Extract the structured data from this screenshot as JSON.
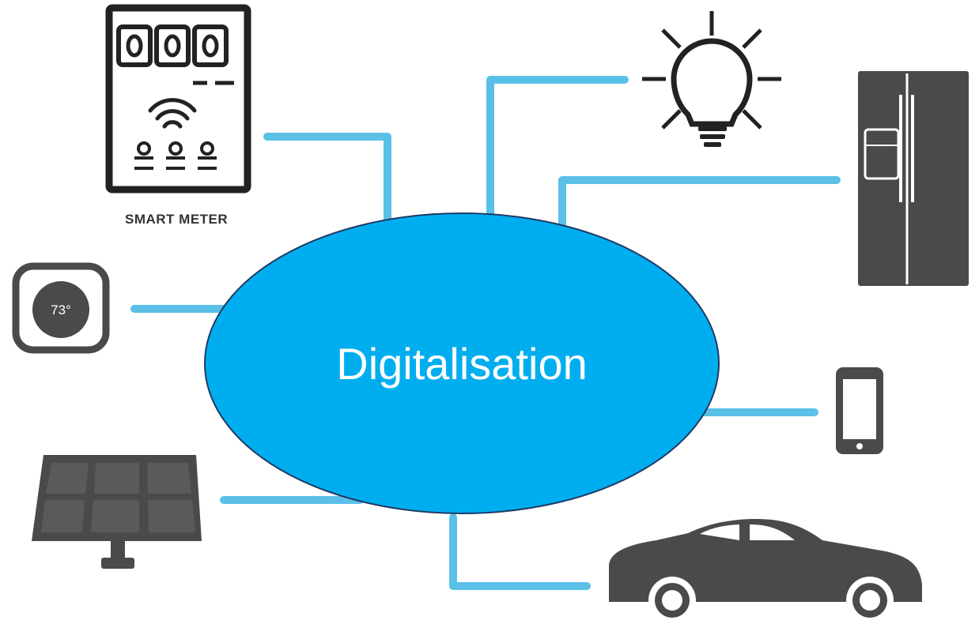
{
  "hub": {
    "label": "Digitalisation",
    "fill": "#00aeef",
    "outline": "#1f3a66"
  },
  "connector_color": "#5bc0e8",
  "icon_color": "#4a4a4a",
  "devices": {
    "smart_meter": {
      "caption": "SMART METER",
      "icon": "smart-meter-icon"
    },
    "thermostat": {
      "reading": "73°",
      "icon": "thermostat-icon"
    },
    "light_bulb": {
      "icon": "light-bulb-icon"
    },
    "fridge": {
      "icon": "fridge-icon"
    },
    "phone": {
      "icon": "smartphone-icon"
    },
    "solar_panel": {
      "icon": "solar-panel-icon"
    },
    "car": {
      "icon": "car-icon"
    }
  }
}
